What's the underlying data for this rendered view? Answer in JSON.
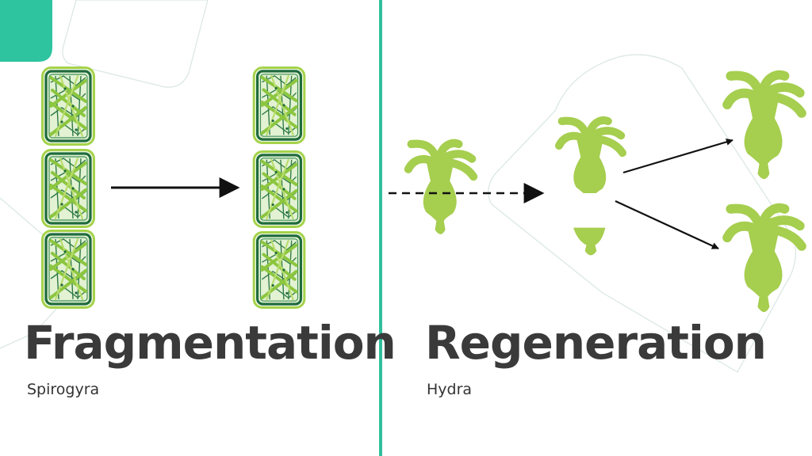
{
  "colors": {
    "accent": "#2ec4a0",
    "divider": "#2fbf9c",
    "hydra_green": "#a6ce4f",
    "cell_outer": "#9fd142",
    "cell_wall": "#1f6b3d",
    "cell_fill": "#dff1cf",
    "chloroplast": "#8dc63f",
    "arrow": "#111111",
    "title": "#3a3a3a"
  },
  "left_panel": {
    "title": "Fragmentation",
    "subtitle": "Spirogyra",
    "filament_icon": "spirogyra-filament-icon",
    "arrow_icon": "arrow-right-icon"
  },
  "right_panel": {
    "title": "Regeneration",
    "subtitle": "Hydra",
    "hydra_icon": "hydra-icon",
    "cut_arrow_icon": "dashed-arrow-icon",
    "branch_arrow_icon": "arrow-icon"
  }
}
